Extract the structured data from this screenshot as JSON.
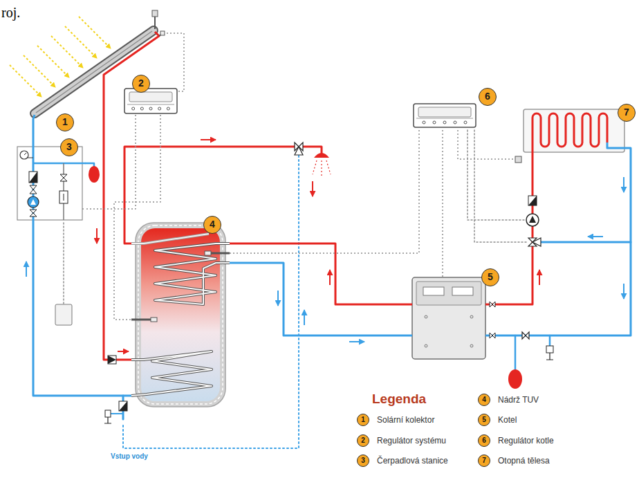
{
  "diagram": {
    "nodes": [
      {
        "text": [
          "1"
        ]
      },
      {
        "text": [
          "2"
        ]
      },
      {
        "text": [
          "3"
        ]
      },
      {
        "text": [
          "4"
        ]
      },
      {
        "text": [
          "5"
        ]
      },
      {
        "text": [
          "6"
        ]
      },
      {
        "text": [
          "7"
        ]
      }
    ],
    "edges": [
      {
        "from": 2,
        "to": 0,
        "arrow": "none"
      },
      {
        "from": 0,
        "to": 3,
        "arrow": "none"
      },
      {
        "from": 3,
        "to": 2,
        "arrow": "none"
      },
      {
        "from": 4,
        "to": 3,
        "arrow": "none"
      },
      {
        "from": 3,
        "to": 4,
        "arrow": "none"
      },
      {
        "from": 4,
        "to": 6,
        "arrow": "none"
      },
      {
        "from": 6,
        "to": 4,
        "arrow": "none"
      },
      {
        "from": 1,
        "to": 0,
        "arrow": "none"
      },
      {
        "from": 1,
        "to": 3,
        "arrow": "none"
      },
      {
        "from": 1,
        "to": 2,
        "arrow": "none"
      },
      {
        "from": 5,
        "to": 3,
        "arrow": "none"
      },
      {
        "from": 5,
        "to": 4,
        "arrow": "none"
      },
      {
        "from": 5,
        "to": 6,
        "arrow": "none"
      }
    ],
    "labels": [
      "roj.",
      "Vstup vody",
      "Legenda",
      "1",
      "2",
      "3",
      "4",
      "5",
      "6",
      "7"
    ],
    "legend": [
      {
        "text": "Solární kolektor"
      },
      {
        "text": "Regulátor systému"
      },
      {
        "text": "Čerpadlová stanice"
      },
      {
        "text": "Nádrž TUV"
      },
      {
        "text": "Kotel"
      },
      {
        "text": "Regulátor kotle"
      },
      {
        "text": "Otopná tělesa"
      }
    ]
  }
}
